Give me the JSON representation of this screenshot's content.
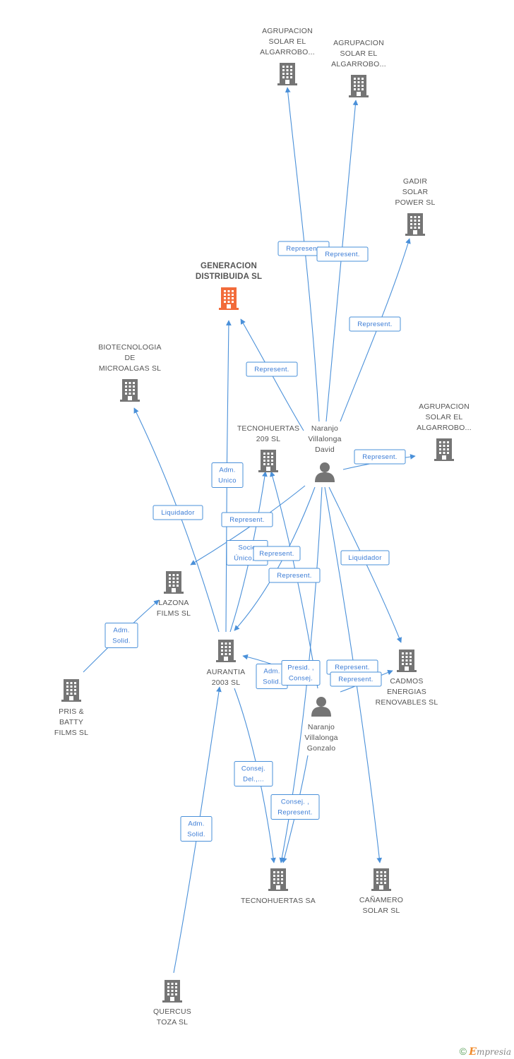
{
  "nodes": {
    "generacion": {
      "label": [
        "GENERACION",
        "DISTRIBUIDA SL"
      ],
      "type": "company-main"
    },
    "asea1": {
      "label": [
        "AGRUPACION",
        "SOLAR EL",
        "ALGARROBO..."
      ],
      "type": "company"
    },
    "asea2": {
      "label": [
        "AGRUPACION",
        "SOLAR EL",
        "ALGARROBO..."
      ],
      "type": "company"
    },
    "gadir": {
      "label": [
        "GADIR",
        "SOLAR",
        "POWER SL"
      ],
      "type": "company"
    },
    "biotec": {
      "label": [
        "BIOTECNOLOGIA",
        "DE",
        "MICROALGAS SL"
      ],
      "type": "company"
    },
    "asea3": {
      "label": [
        "AGRUPACION",
        "SOLAR EL",
        "ALGARROBO..."
      ],
      "type": "company"
    },
    "tec209": {
      "label": [
        "TECNOHUERTAS",
        "209 SL"
      ],
      "type": "company"
    },
    "david": {
      "label": [
        "Naranjo",
        "Villalonga",
        "David"
      ],
      "type": "person"
    },
    "lazona": {
      "label": [
        "LAZONA",
        "FILMS SL"
      ],
      "type": "company"
    },
    "pris": {
      "label": [
        "PRIS &",
        "BATTY",
        "FILMS  SL"
      ],
      "type": "company"
    },
    "aurantia": {
      "label": [
        "AURANTIA",
        "2003 SL"
      ],
      "type": "company"
    },
    "cadmos": {
      "label": [
        "CADMOS",
        "ENERGIAS",
        "RENOVABLES SL"
      ],
      "type": "company"
    },
    "gonzalo": {
      "label": [
        "Naranjo",
        "Villalonga",
        "Gonzalo"
      ],
      "type": "person"
    },
    "tecsa": {
      "label": [
        "TECNOHUERTAS SA"
      ],
      "type": "company"
    },
    "canamero": {
      "label": [
        "CAÑAMERO",
        "SOLAR SL"
      ],
      "type": "company"
    },
    "quercus": {
      "label": [
        "QUERCUS",
        "TOZA SL"
      ],
      "type": "company"
    }
  },
  "relations": [
    {
      "lines": [
        "Represent."
      ]
    },
    {
      "lines": [
        "Represent."
      ]
    },
    {
      "lines": [
        "Represent."
      ]
    },
    {
      "lines": [
        "Represent."
      ]
    },
    {
      "lines": [
        "Represent."
      ]
    },
    {
      "lines": [
        "Adm.",
        "Unico"
      ]
    },
    {
      "lines": [
        "Liquidador"
      ]
    },
    {
      "lines": [
        "Represent."
      ]
    },
    {
      "lines": [
        "Socio",
        "Único,..."
      ]
    },
    {
      "lines": [
        "Represent."
      ]
    },
    {
      "lines": [
        "Represent."
      ]
    },
    {
      "lines": [
        "Liquidador"
      ]
    },
    {
      "lines": [
        "Adm.",
        "Solid."
      ]
    },
    {
      "lines": [
        "Adm.",
        "Solid."
      ]
    },
    {
      "lines": [
        "Presid. ,",
        "Consej."
      ]
    },
    {
      "lines": [
        "Represent."
      ]
    },
    {
      "lines": [
        "Represent."
      ]
    },
    {
      "lines": [
        "Consej.",
        "Del.,..."
      ]
    },
    {
      "lines": [
        "Consej. ,",
        "Represent."
      ]
    },
    {
      "lines": [
        "Adm.",
        "Solid."
      ]
    }
  ],
  "colors": {
    "edge": "#4a90d9",
    "company": "#757575",
    "main_company": "#f26b3a",
    "person": "#757575",
    "label": "#3a7bd5"
  },
  "footer": {
    "copyright_symbol": "©",
    "brand_initial": "E",
    "brand_rest": "mpresia"
  }
}
